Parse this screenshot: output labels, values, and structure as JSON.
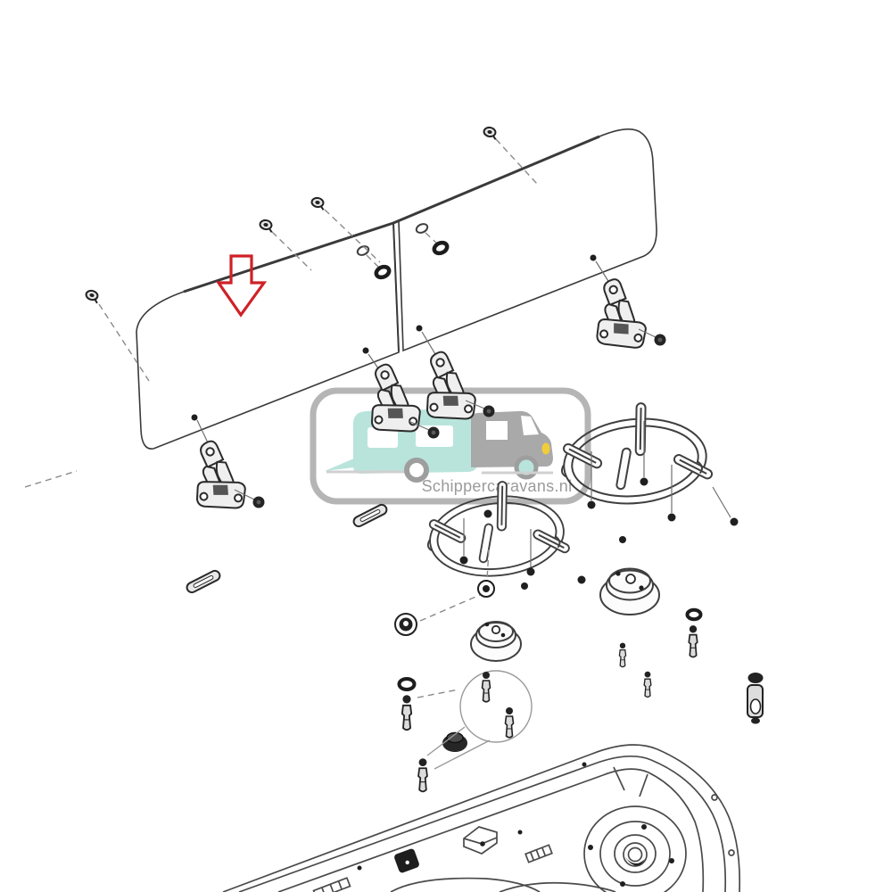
{
  "watermark": {
    "text": "Schippercaravans.nl",
    "logo": "caravan-and-motorhome-silhouette"
  },
  "colors": {
    "background": "#ffffff",
    "line": "#3a3a3a",
    "arrow_red": "#cf2127",
    "watermark_border": "#b5b5b5",
    "watermark_text": "#9b9b9b",
    "caravan_teal": "#b9e4dc",
    "motorhome_gray": "#a9a9a9",
    "headlight_yellow": "#f2cd3a",
    "wheel_gray": "#9e9e9e"
  },
  "diagram": {
    "type": "exploded-parts-diagram",
    "subject": "two-burner hob with folding glass lid",
    "annotation": {
      "type": "arrow",
      "direction": "down",
      "style": "outline",
      "color_ref": "arrow_red",
      "points_to": "glass lid left panel"
    },
    "parts": [
      {
        "name": "glass lid panel",
        "qty": 2
      },
      {
        "name": "lid mounting screw",
        "qty": 4
      },
      {
        "name": "lid washer grommet",
        "qty": 4
      },
      {
        "name": "lid hinge",
        "qty": 4
      },
      {
        "name": "hinge nut",
        "qty": 4
      },
      {
        "name": "hinge screw",
        "qty": 4
      },
      {
        "name": "pan support grate",
        "qty": 2
      },
      {
        "name": "pan support screw",
        "qty": 8
      },
      {
        "name": "mounting strip",
        "qty": 2
      },
      {
        "name": "burner cap",
        "qty": 2
      },
      {
        "name": "burner base cap dark",
        "qty": 1
      },
      {
        "name": "rubber grommet",
        "qty": 1
      },
      {
        "name": "sealing washer",
        "qty": 3
      },
      {
        "name": "gas injector jet",
        "qty": 6
      },
      {
        "name": "stud screw",
        "qty": 1
      },
      {
        "name": "valve",
        "qty": 1
      },
      {
        "name": "detail callout circle",
        "qty": 1
      },
      {
        "name": "cooktop tray with burner recess",
        "qty": 1
      }
    ]
  }
}
